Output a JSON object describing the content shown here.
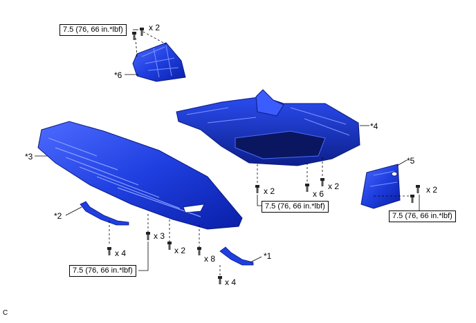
{
  "diagram": {
    "code": "C",
    "torque_spec": "7.5 (76, 66 in.*lbf)",
    "parts": {
      "p1": "*1",
      "p2": "*2",
      "p3": "*3",
      "p4": "*4",
      "p5": "*5",
      "p6": "*6"
    },
    "quantities": {
      "q6_bolts": "x 2",
      "q3_a": "x 4",
      "q3_b": "x 3",
      "q3_c": "x 2",
      "q3_d": "x 8",
      "q1": "x 4",
      "q4_a": "x 2",
      "q4_b": "x 6",
      "q4_c": "x 2",
      "q5": "x 2"
    }
  }
}
